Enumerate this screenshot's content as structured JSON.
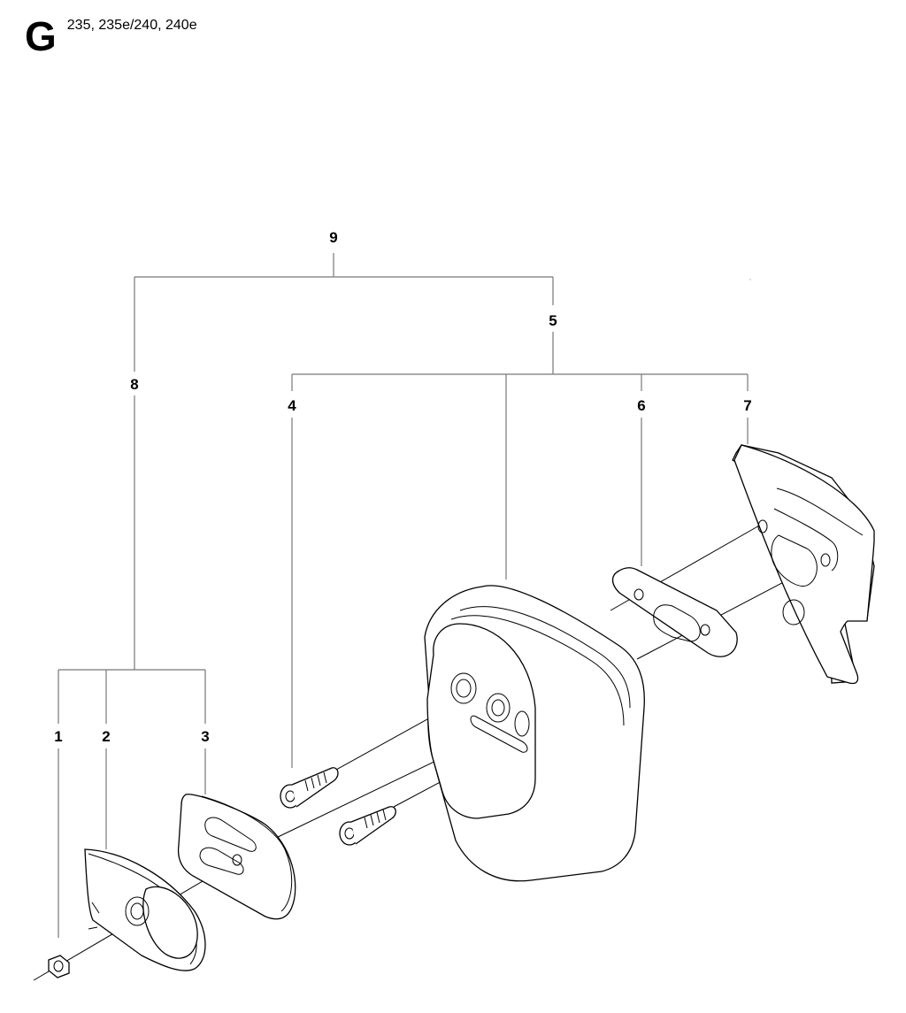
{
  "header": {
    "section_letter": "G",
    "models": "235, 235e/240, 240e"
  },
  "callouts": [
    {
      "id": "c9",
      "label": "9"
    },
    {
      "id": "c5",
      "label": "5"
    },
    {
      "id": "c8",
      "label": "8"
    },
    {
      "id": "c4",
      "label": "4"
    },
    {
      "id": "c6",
      "label": "6"
    },
    {
      "id": "c7",
      "label": "7"
    },
    {
      "id": "c1",
      "label": "1"
    },
    {
      "id": "c2",
      "label": "2"
    },
    {
      "id": "c3",
      "label": "3"
    }
  ],
  "parts": [
    {
      "ref": "1",
      "icon": "nut-icon"
    },
    {
      "ref": "2",
      "icon": "muffler-cover-icon"
    },
    {
      "ref": "3",
      "icon": "cover-plate-icon"
    },
    {
      "ref": "4",
      "icon": "screw-icon"
    },
    {
      "ref": "5",
      "icon": "muffler-icon"
    },
    {
      "ref": "6",
      "icon": "gasket-icon"
    },
    {
      "ref": "7",
      "icon": "heat-shield-icon"
    }
  ]
}
